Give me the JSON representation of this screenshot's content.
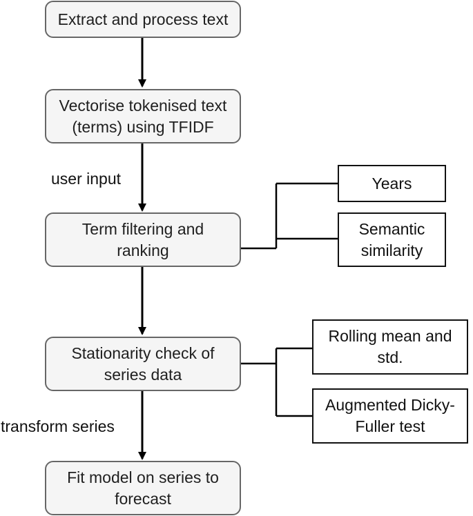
{
  "flow": {
    "step1": "Extract and process text",
    "step2_line1": "Vectorise tokenised text",
    "step2_line2": "(terms) using TFIDF",
    "step3_line1": "Term filtering and",
    "step3_line2": "ranking",
    "step4_line1": "Stationarity check of",
    "step4_line2": "series data",
    "step5_line1": "Fit model on series to",
    "step5_line2": "forecast"
  },
  "edge_labels": {
    "user_input": "user input",
    "transform_series": "transform series"
  },
  "filter_options": {
    "years": "Years",
    "semantic_line1": "Semantic",
    "semantic_line2": "similarity"
  },
  "stationarity_methods": {
    "rolling_line1": "Rolling mean and",
    "rolling_line2": "std.",
    "adf_line1": "Augmented Dicky-",
    "adf_line2": "Fuller test"
  },
  "colors": {
    "process_fill": "#f5f5f5",
    "process_border": "#666666",
    "connector": "#000000"
  }
}
